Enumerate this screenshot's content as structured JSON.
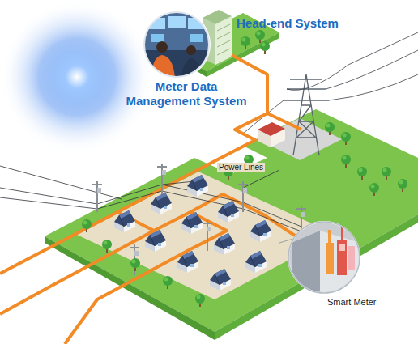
{
  "diagram": {
    "labels": [
      "Head-end System",
      "Meter Data Management System",
      "Power Lines",
      "Smart Meter"
    ]
  }
}
